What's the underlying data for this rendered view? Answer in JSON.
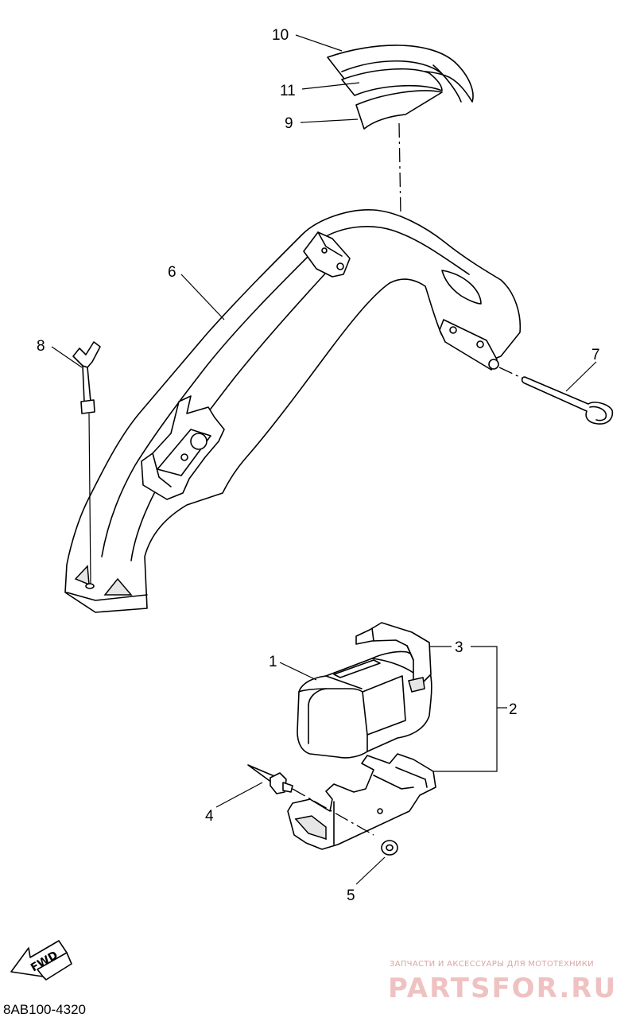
{
  "diagram": {
    "part_code": "8AB100-4320",
    "fwd_label": "FWD",
    "callouts": [
      {
        "id": "c10",
        "label": "10"
      },
      {
        "id": "c11",
        "label": "11"
      },
      {
        "id": "c9",
        "label": "9"
      },
      {
        "id": "c6",
        "label": "6"
      },
      {
        "id": "c8",
        "label": "8"
      },
      {
        "id": "c7",
        "label": "7"
      },
      {
        "id": "c1",
        "label": "1"
      },
      {
        "id": "c3",
        "label": "3"
      },
      {
        "id": "c2",
        "label": "2"
      },
      {
        "id": "c4",
        "label": "4"
      },
      {
        "id": "c5",
        "label": "5"
      }
    ]
  },
  "watermark": {
    "tagline": "ЗАПЧАСТИ И АКСЕССУАРЫ ДЛЯ МОТОТЕХНИКИ",
    "brand": "PARTSFOR.RU",
    "color": "#e8a0a0"
  }
}
